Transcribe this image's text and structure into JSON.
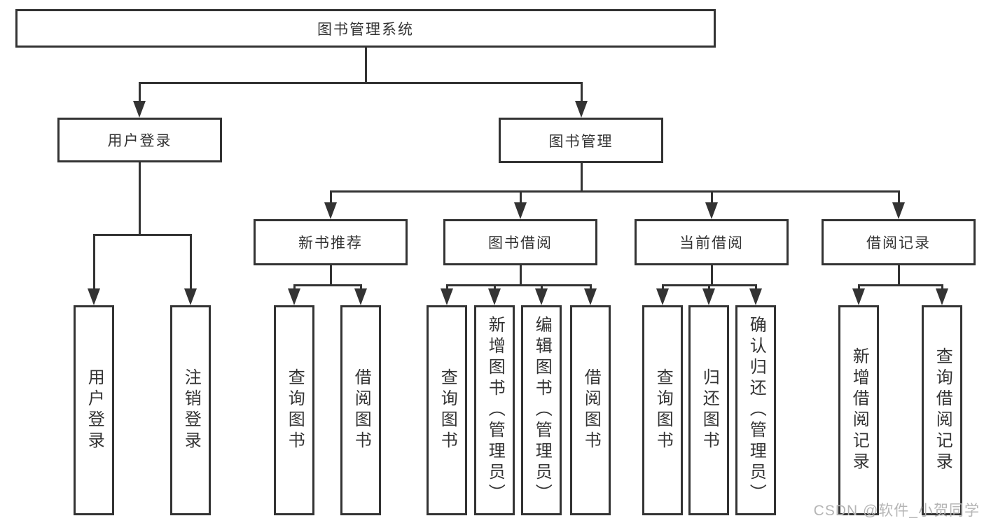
{
  "diagram_title": "图书管理系统",
  "nodes": [
    {
      "id": "root",
      "label": "图书管理系统",
      "parent": null
    },
    {
      "id": "user-login",
      "label": "用户登录",
      "parent": "root"
    },
    {
      "id": "book-mgmt",
      "label": "图书管理",
      "parent": "root"
    },
    {
      "id": "new-book-rec",
      "label": "新书推荐",
      "parent": "book-mgmt"
    },
    {
      "id": "book-borrow",
      "label": "图书借阅",
      "parent": "book-mgmt"
    },
    {
      "id": "current-borrow",
      "label": "当前借阅",
      "parent": "book-mgmt"
    },
    {
      "id": "borrow-records",
      "label": "借阅记录",
      "parent": "book-mgmt"
    },
    {
      "id": "leaf-user-login",
      "label": "用户登录",
      "parent": "user-login"
    },
    {
      "id": "leaf-logout",
      "label": "注销登录",
      "parent": "user-login"
    },
    {
      "id": "leaf-query-book-1",
      "label": "查询图书",
      "parent": "new-book-rec"
    },
    {
      "id": "leaf-borrow-book-1",
      "label": "借阅图书",
      "parent": "new-book-rec"
    },
    {
      "id": "leaf-query-book-2",
      "label": "查询图书",
      "parent": "book-borrow"
    },
    {
      "id": "leaf-add-book",
      "label": "新增图书（管理员）",
      "parent": "book-borrow"
    },
    {
      "id": "leaf-edit-book",
      "label": "编辑图书（管理员）",
      "parent": "book-borrow"
    },
    {
      "id": "leaf-borrow-book-2",
      "label": "借阅图书",
      "parent": "book-borrow"
    },
    {
      "id": "leaf-query-book-3",
      "label": "查询图书",
      "parent": "current-borrow"
    },
    {
      "id": "leaf-return-book",
      "label": "归还图书",
      "parent": "current-borrow"
    },
    {
      "id": "leaf-confirm-return",
      "label": "确认归还（管理员）",
      "parent": "current-borrow"
    },
    {
      "id": "leaf-add-record",
      "label": "新增借阅记录",
      "parent": "borrow-records"
    },
    {
      "id": "leaf-query-record",
      "label": "查询借阅记录",
      "parent": "borrow-records"
    }
  ],
  "watermark": {
    "text": "CSDN @软件_小贺同学"
  },
  "colors": {
    "line": "#333333",
    "text": "#333333",
    "watermark": "#b5b5b5",
    "background": "#ffffff"
  }
}
